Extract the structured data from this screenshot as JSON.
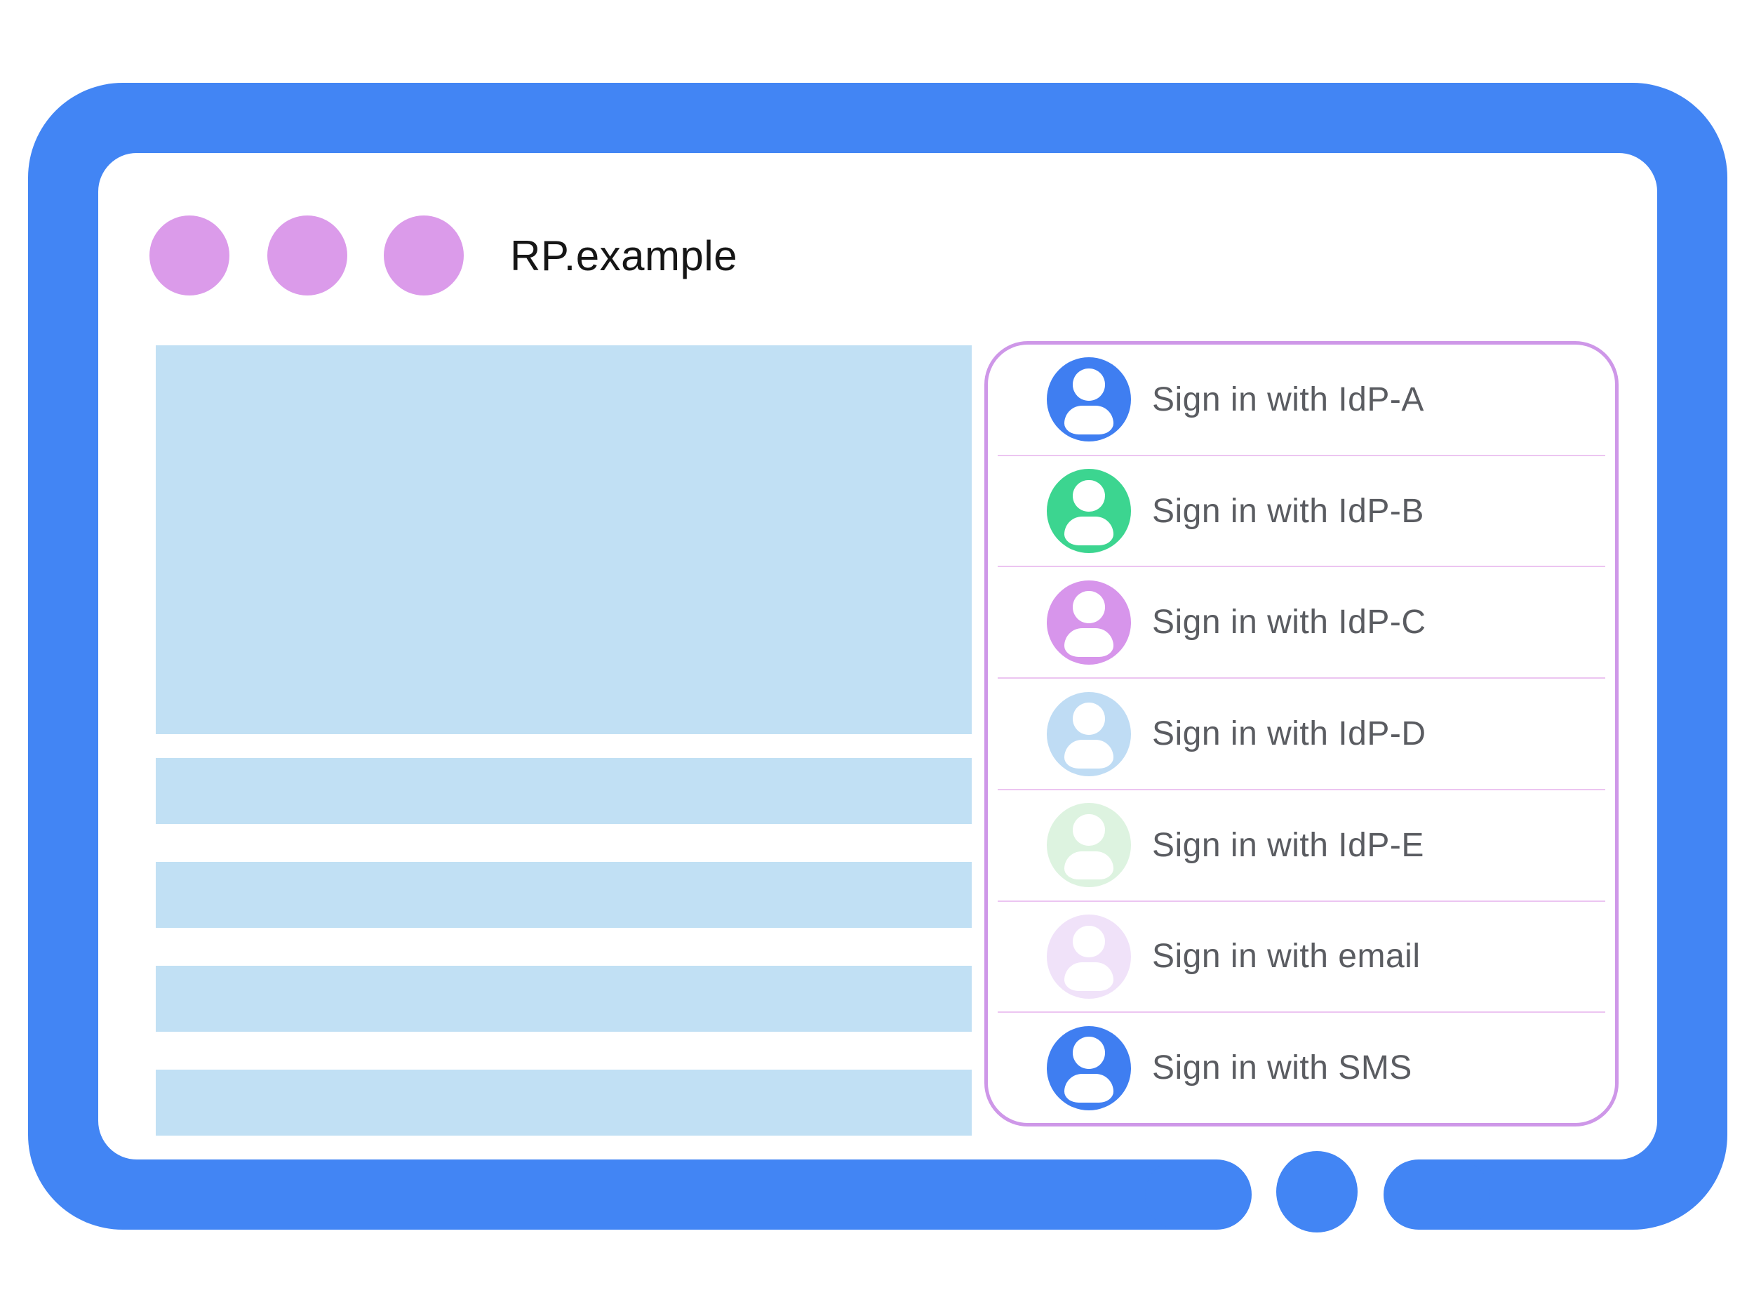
{
  "window": {
    "title": "RP.example",
    "controls_count": 3
  },
  "signin_panel": {
    "options": [
      {
        "id": "idp-a",
        "label": "Sign in with IdP-A",
        "avatar_color": "#3F7EF1"
      },
      {
        "id": "idp-b",
        "label": "Sign in with IdP-B",
        "avatar_color": "#3CD590"
      },
      {
        "id": "idp-c",
        "label": "Sign in with IdP-C",
        "avatar_color": "#D795EB"
      },
      {
        "id": "idp-d",
        "label": "Sign in with IdP-D",
        "avatar_color": "#BFDCF4"
      },
      {
        "id": "idp-e",
        "label": "Sign in with IdP-E",
        "avatar_color": "#DDF3E0"
      },
      {
        "id": "email",
        "label": "Sign in with email",
        "avatar_color": "#F0E2F9"
      },
      {
        "id": "sms",
        "label": "Sign in with SMS",
        "avatar_color": "#3F7EF1"
      }
    ]
  },
  "colors": {
    "frame_blue": "#4285F4",
    "content_placeholder_blue": "#C1E0F4",
    "window_dot_purple": "#DB9BEA",
    "panel_border_purple": "#CE97E8",
    "panel_divider_pink": "#ECC5F1",
    "label_gray": "#5A5C61",
    "title_black": "#161616"
  }
}
